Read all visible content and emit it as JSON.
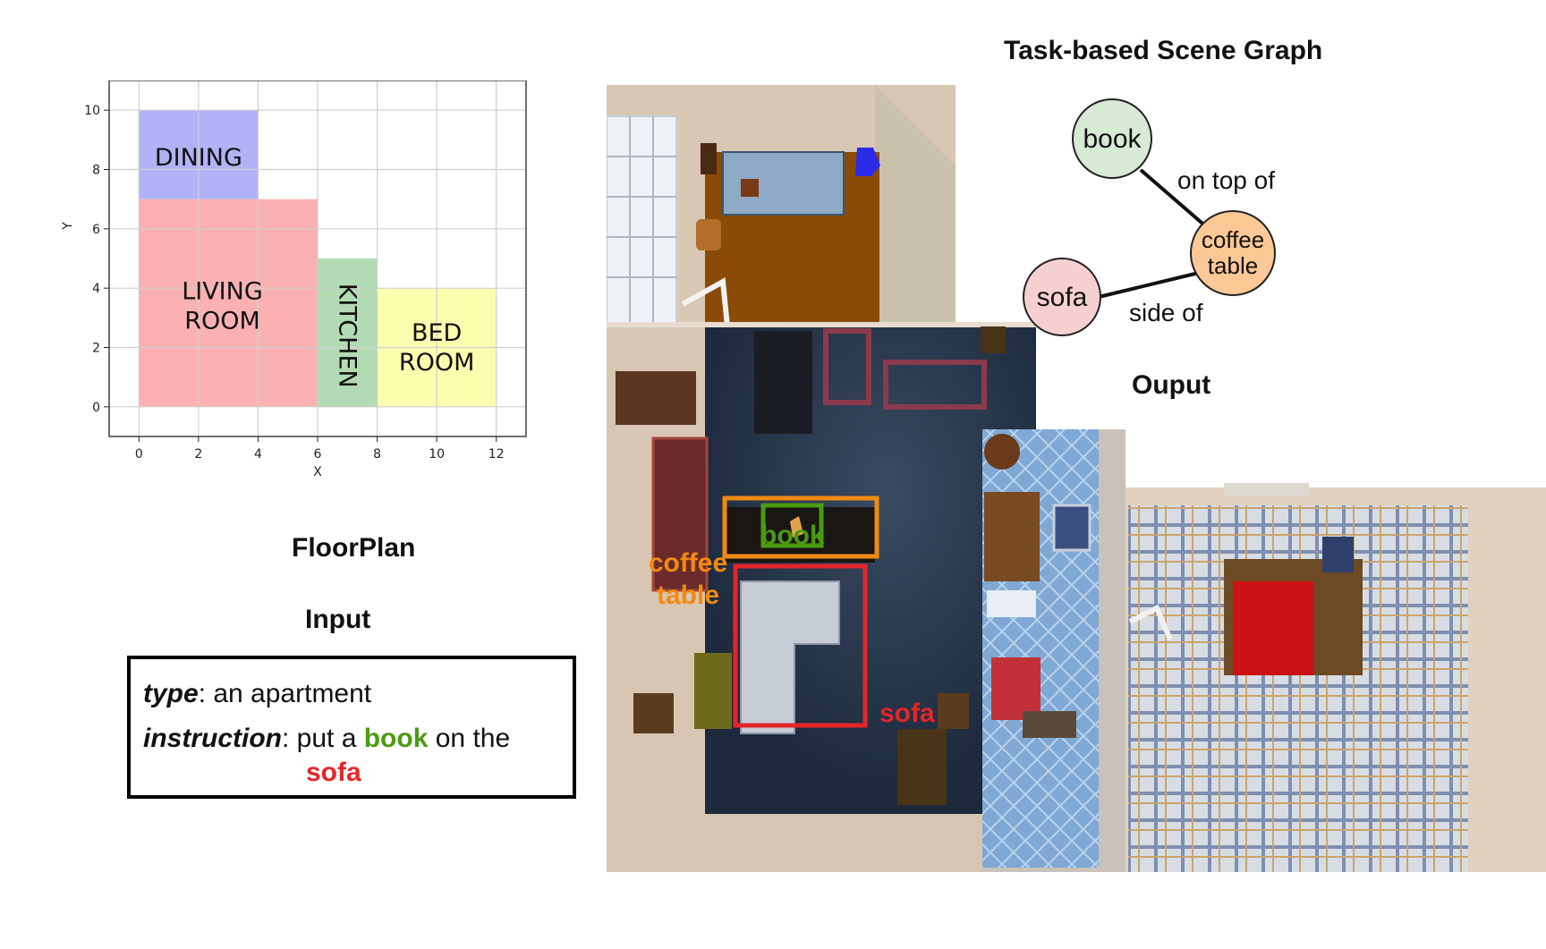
{
  "floorplan": {
    "caption": "FloorPlan",
    "xlabel": "X",
    "ylabel": "Y",
    "xticks": [
      "0",
      "2",
      "4",
      "6",
      "8",
      "10",
      "12"
    ],
    "yticks": [
      "0",
      "2",
      "4",
      "6",
      "8",
      "10"
    ],
    "rooms": [
      {
        "name": "DINING",
        "lines": [
          "DINING"
        ],
        "color": "#b2b2f7"
      },
      {
        "name": "LIVING ROOM",
        "lines": [
          "LIVING",
          "ROOM"
        ],
        "color": "#fbb1b1"
      },
      {
        "name": "KITCHEN",
        "lines": [
          "KITCHEN"
        ],
        "color": "#b3dbb3"
      },
      {
        "name": "BED ROOM",
        "lines": [
          "BED",
          "ROOM"
        ],
        "color": "#fdfdaf"
      }
    ]
  },
  "chart_data": {
    "type": "bar",
    "title": "FloorPlan",
    "xlabel": "X",
    "ylabel": "Y",
    "xlim": [
      -1,
      13
    ],
    "ylim": [
      -1,
      11
    ],
    "grid": true,
    "rooms": [
      {
        "label": "DINING",
        "x": [
          0,
          4
        ],
        "y": [
          7,
          10
        ]
      },
      {
        "label": "LIVING ROOM",
        "x": [
          0,
          6
        ],
        "y": [
          0,
          7
        ]
      },
      {
        "label": "KITCHEN",
        "x": [
          6,
          8
        ],
        "y": [
          0,
          5
        ]
      },
      {
        "label": "BED ROOM",
        "x": [
          8,
          12
        ],
        "y": [
          0,
          4
        ]
      }
    ]
  },
  "input": {
    "caption": "Input",
    "type_key": "type",
    "type_value": ": an apartment",
    "instruction_key": "instruction",
    "instruction_pre": ": put a ",
    "instruction_object": "book",
    "instruction_mid": " on the",
    "instruction_target": "sofa"
  },
  "scene": {
    "labels": {
      "book": "book",
      "coffee_table_line1": "coffee",
      "coffee_table_line2": "table",
      "sofa": "sofa"
    },
    "colors": {
      "book": "#4a9a12",
      "coffee_table": "#f08a12",
      "sofa": "#e3262a"
    }
  },
  "scene_graph": {
    "title": "Task-based Scene Graph",
    "caption": "Ouput",
    "nodes": {
      "book": {
        "label": "book",
        "color": "#d6ead4"
      },
      "coffee_table": {
        "label": "coffee table",
        "color": "#fcc896"
      },
      "sofa": {
        "label": "sofa",
        "color": "#f6d0d0"
      }
    },
    "edges": {
      "book_coffee": "on top of",
      "sofa_coffee": "side of"
    }
  }
}
